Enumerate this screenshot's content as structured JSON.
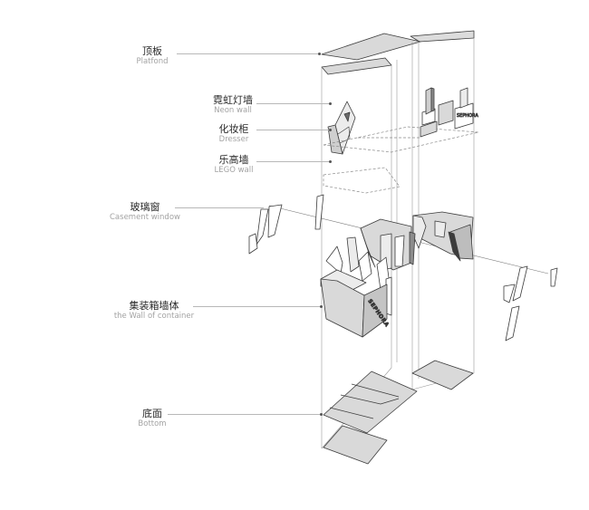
{
  "labels": {
    "platfond": {
      "zh": "顶板",
      "en": "Platfond"
    },
    "neon_wall": {
      "zh": "霓虹灯墙",
      "en": "Neon wall"
    },
    "dresser": {
      "zh": "化妆柜",
      "en": "Dresser"
    },
    "lego_wall": {
      "zh": "乐高墙",
      "en": "LEGO wall"
    },
    "casement_window": {
      "zh": "玻璃窗",
      "en": "Casement window"
    },
    "container_wall": {
      "zh": "集装箱墙体",
      "en": "the Wall of container"
    },
    "bottom": {
      "zh": "底面",
      "en": "Bottom"
    }
  },
  "signage": {
    "container_text": "SEPHORA"
  },
  "colors": {
    "line": "#3c3c3c",
    "panel": "#d9d9d9",
    "panel_light": "#ececec",
    "panel_dark": "#6b6b6b",
    "leader": "#b8b8b8"
  }
}
